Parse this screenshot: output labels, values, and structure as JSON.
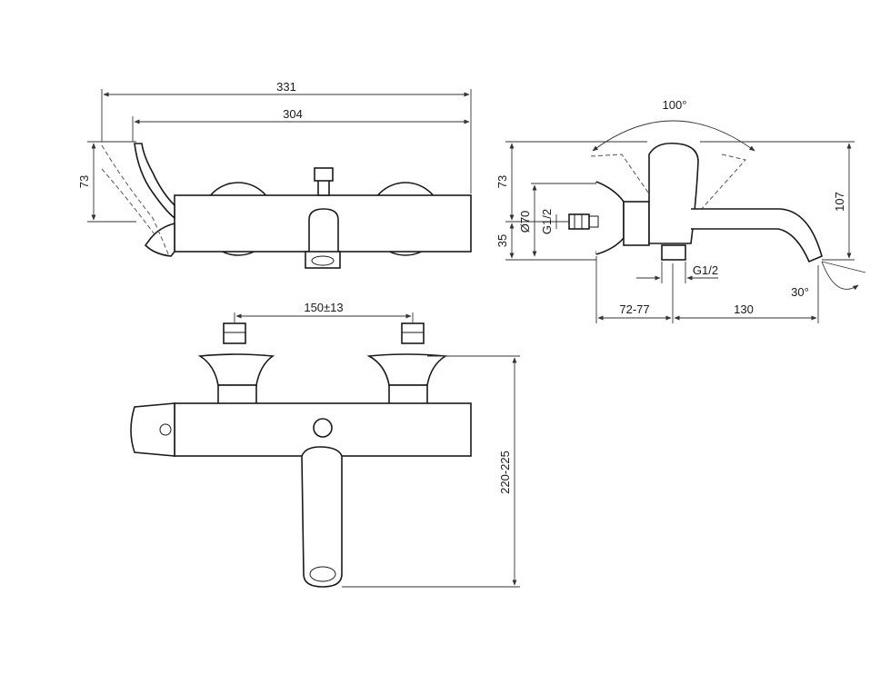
{
  "dimensions": {
    "overall_length": "331",
    "body_length": "304",
    "lever_height": "73",
    "side_top": "73",
    "side_diameter": "Ø70",
    "side_thread_left": "G1/2",
    "side_lower": "35",
    "side_height": "107",
    "outlet_thread": "G1/2",
    "handle_angle": "100°",
    "spout_angle": "30°",
    "wall_distance": "72-77",
    "spout_reach": "130",
    "connection_spacing": "150±13",
    "top_view_depth": "220-225"
  }
}
